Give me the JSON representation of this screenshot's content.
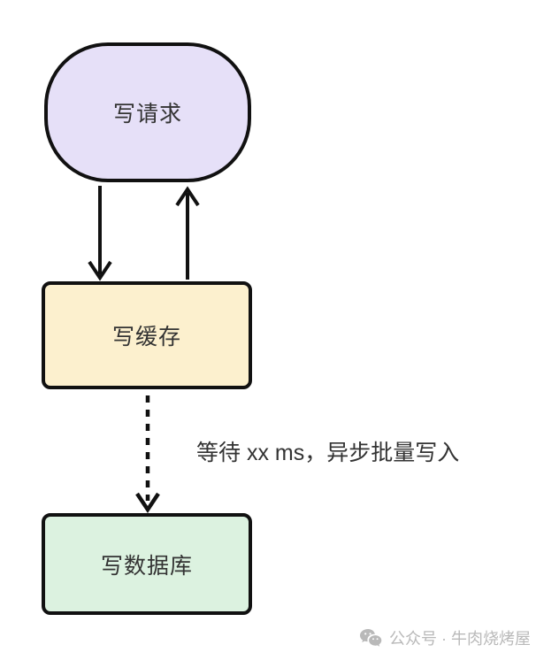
{
  "diagram": {
    "type": "flowchart",
    "nodes": [
      {
        "id": "write-request",
        "label": "写请求",
        "shape": "stadium",
        "fill": "#E6E0F8",
        "border": "#111111"
      },
      {
        "id": "write-cache",
        "label": "写缓存",
        "shape": "rect",
        "fill": "#FCF0CE",
        "border": "#111111"
      },
      {
        "id": "write-db",
        "label": "写数据库",
        "shape": "rect",
        "fill": "#DCF2E0",
        "border": "#111111"
      }
    ],
    "edges": [
      {
        "from": "write-request",
        "to": "write-cache",
        "style": "solid",
        "label": ""
      },
      {
        "from": "write-cache",
        "to": "write-request",
        "style": "solid",
        "label": ""
      },
      {
        "from": "write-cache",
        "to": "write-db",
        "style": "dashed",
        "label": "等待 xx ms，异步批量写入"
      }
    ]
  },
  "watermark": {
    "icon": "wechat-icon",
    "text": "公众号 · 牛肉烧烤屋",
    "color": "#B9B9B9"
  },
  "colors": {
    "background": "#FFFFFF",
    "text": "#333333",
    "line": "#111111"
  }
}
